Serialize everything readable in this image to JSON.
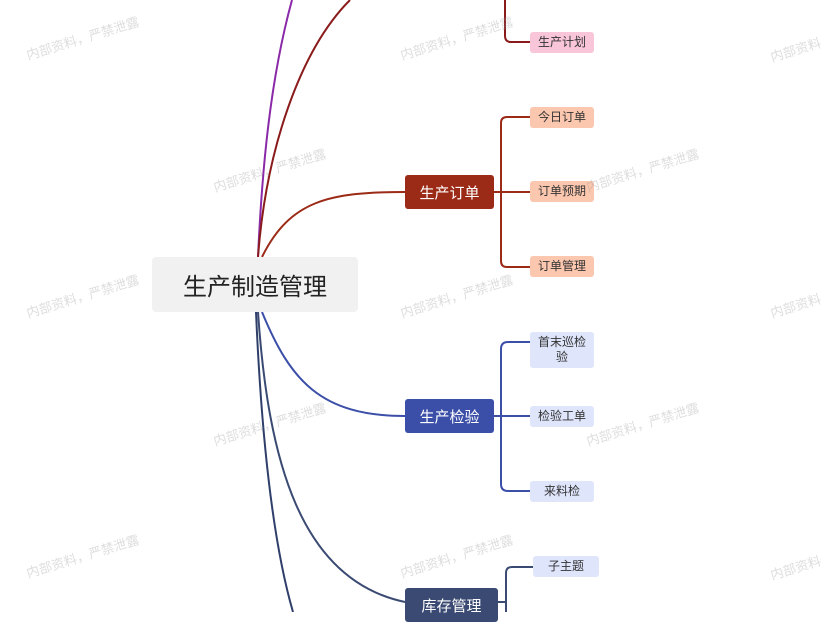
{
  "root": {
    "label": "生产制造管理"
  },
  "watermark": "内部资料，严禁泄露",
  "branches": {
    "top_partial": {
      "leaves": [
        "生产计划"
      ],
      "color": "#8a1b1b",
      "leaf_color": "#f9c6d9"
    },
    "production_order": {
      "label": "生产订单",
      "color": "#9b2a16",
      "leaf_color": "#fbc7ae",
      "leaves": [
        "今日订单",
        "订单预期",
        "订单管理"
      ]
    },
    "production_inspection": {
      "label": "生产检验",
      "color": "#3b4ea8",
      "leaf_color": "#dfe5fb",
      "leaves": [
        "首末巡检验",
        "检验工单",
        "来料检"
      ]
    },
    "inventory": {
      "label": "库存管理",
      "color": "#3a4a72",
      "leaf_color": "#dfe5fb",
      "leaves": [
        "子主题"
      ]
    }
  },
  "colors": {
    "purple_line": "#8b2aa8",
    "dark_red_line": "#8a1b1b",
    "navy_line": "#2f3f6a",
    "leaf_text": "#333333"
  }
}
